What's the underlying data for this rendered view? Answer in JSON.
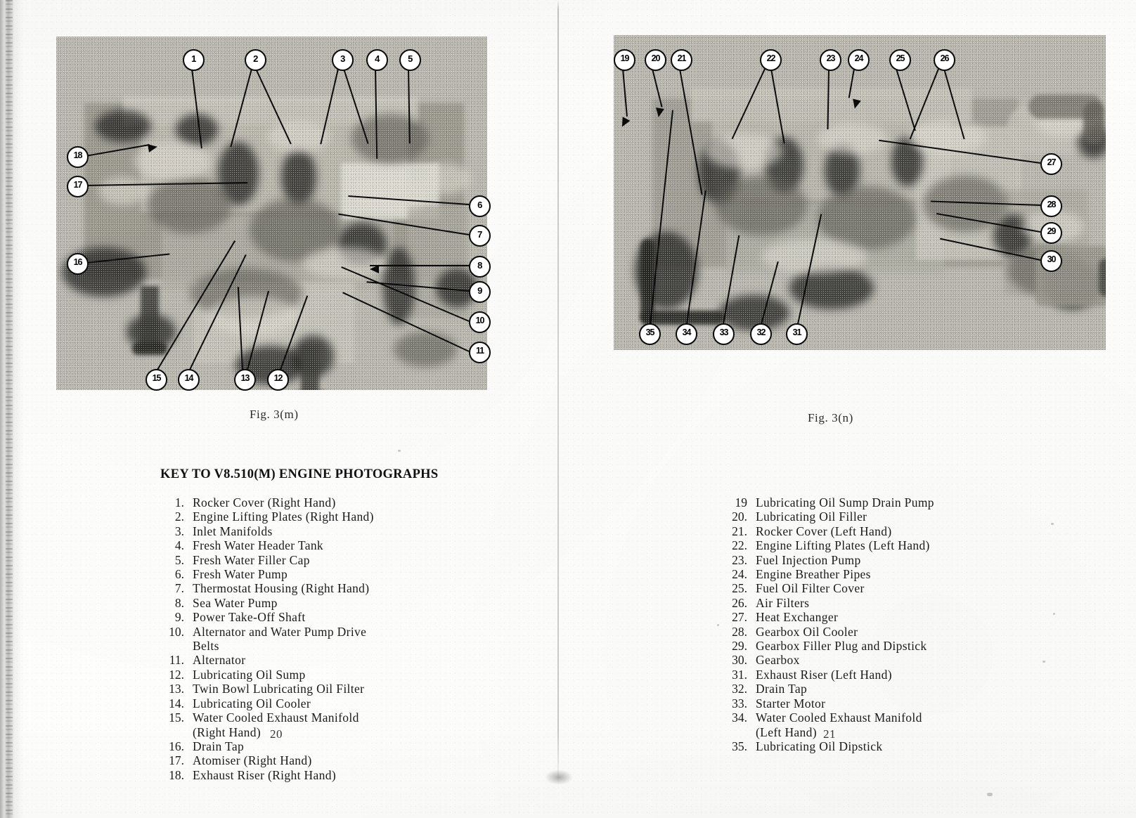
{
  "document": {
    "type": "scanned-manual-spread",
    "ink_color": "#111113",
    "paper_color": "#fdfdfb"
  },
  "left_page": {
    "page_number": "20",
    "figure": {
      "caption": "Fig.  3(m)",
      "alt": "Black and white photograph of a V8.510(M) marine diesel engine, right hand side view, with numbered callout circles 1 to 18",
      "callouts": [
        "1",
        "2",
        "3",
        "4",
        "5",
        "6",
        "7",
        "8",
        "9",
        "10",
        "11",
        "12",
        "13",
        "14",
        "15",
        "16",
        "17",
        "18"
      ]
    },
    "key_heading": "KEY TO V8.510(M) ENGINE PHOTOGRAPHS",
    "key_items": [
      {
        "num": "1.",
        "label": "Rocker Cover (Right Hand)"
      },
      {
        "num": "2.",
        "label": "Engine Lifting Plates (Right Hand)"
      },
      {
        "num": "3.",
        "label": "Inlet  Manifolds"
      },
      {
        "num": "4.",
        "label": "Fresh Water Header Tank"
      },
      {
        "num": "5.",
        "label": "Fresh Water Filler Cap"
      },
      {
        "num": "6.",
        "label": "Fresh Water Pump"
      },
      {
        "num": "7.",
        "label": "Thermostat Housing (Right Hand)"
      },
      {
        "num": "8.",
        "label": "Sea  Water  Pump"
      },
      {
        "num": "9.",
        "label": "Power Take-Off  Shaft"
      },
      {
        "num": "10.",
        "label": "Alternator and Water Pump Drive",
        "cont": "Belts"
      },
      {
        "num": "11.",
        "label": "Alternator"
      },
      {
        "num": "12.",
        "label": "Lubricating  Oil  Sump"
      },
      {
        "num": "13.",
        "label": "Twin Bowl Lubricating Oil Filter"
      },
      {
        "num": "14.",
        "label": "Lubricating  Oil  Cooler"
      },
      {
        "num": "15.",
        "label": "Water Cooled Exhaust Manifold",
        "cont": "(Right  Hand)"
      },
      {
        "num": "16.",
        "label": "Drain  Tap"
      },
      {
        "num": "17.",
        "label": "Atomiser  (Right  Hand)"
      },
      {
        "num": "18.",
        "label": "Exhaust Riser (Right Hand)"
      }
    ]
  },
  "right_page": {
    "page_number": "21",
    "figure": {
      "caption": "Fig.  3(n)",
      "alt": "Black and white photograph of a V8.510(M) marine diesel engine, left hand side view with gearbox, numbered callout circles 19 to 35",
      "callouts": [
        "19",
        "20",
        "21",
        "22",
        "23",
        "24",
        "25",
        "26",
        "27",
        "28",
        "29",
        "30",
        "31",
        "32",
        "33",
        "34",
        "35"
      ]
    },
    "key_items": [
      {
        "num": "19",
        "label": "Lubricating Oil Sump Drain Pump"
      },
      {
        "num": "20.",
        "label": "Lubricating  Oil  Filler"
      },
      {
        "num": "21.",
        "label": "Rocker Cover (Left Hand)"
      },
      {
        "num": "22.",
        "label": "Engine Lifting Plates (Left Hand)"
      },
      {
        "num": "23.",
        "label": "Fuel  Injection  Pump"
      },
      {
        "num": "24.",
        "label": "Engine  Breather  Pipes"
      },
      {
        "num": "25.",
        "label": "Fuel Oil Filter Cover"
      },
      {
        "num": "26.",
        "label": "Air  Filters"
      },
      {
        "num": "27.",
        "label": "Heat  Exchanger"
      },
      {
        "num": "28.",
        "label": "Gearbox  Oil  Cooler"
      },
      {
        "num": "29.",
        "label": "Gearbox Filler Plug and Dipstick"
      },
      {
        "num": "30.",
        "label": "Gearbox"
      },
      {
        "num": "31.",
        "label": "Exhaust Riser (Left Hand)"
      },
      {
        "num": "32.",
        "label": "Drain  Tap"
      },
      {
        "num": "33.",
        "label": "Starter  Motor"
      },
      {
        "num": "34.",
        "label": "Water Cooled Exhaust Manifold",
        "cont": "(Left  Hand)"
      },
      {
        "num": "35.",
        "label": "Lubricating  Oil  Dipstick"
      }
    ]
  }
}
